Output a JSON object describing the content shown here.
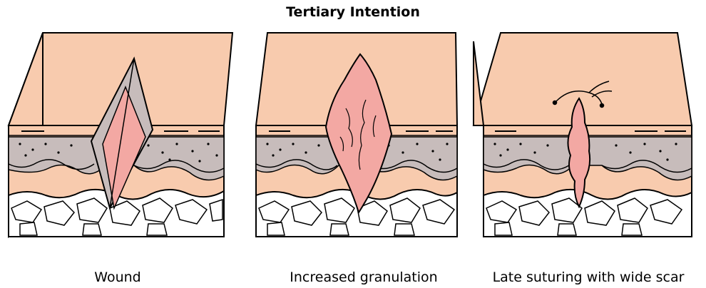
{
  "title": "Tertiary Intention",
  "panels": [
    {
      "caption": "Wound"
    },
    {
      "caption": "Increased granulation"
    },
    {
      "caption": "Late suturing with wide scar"
    }
  ],
  "colors": {
    "skin": "#f8cbae",
    "granulation": "#f3a8a3",
    "dermis": "#c7bcbb",
    "fat": "#ffffff",
    "outline": "#000000"
  }
}
